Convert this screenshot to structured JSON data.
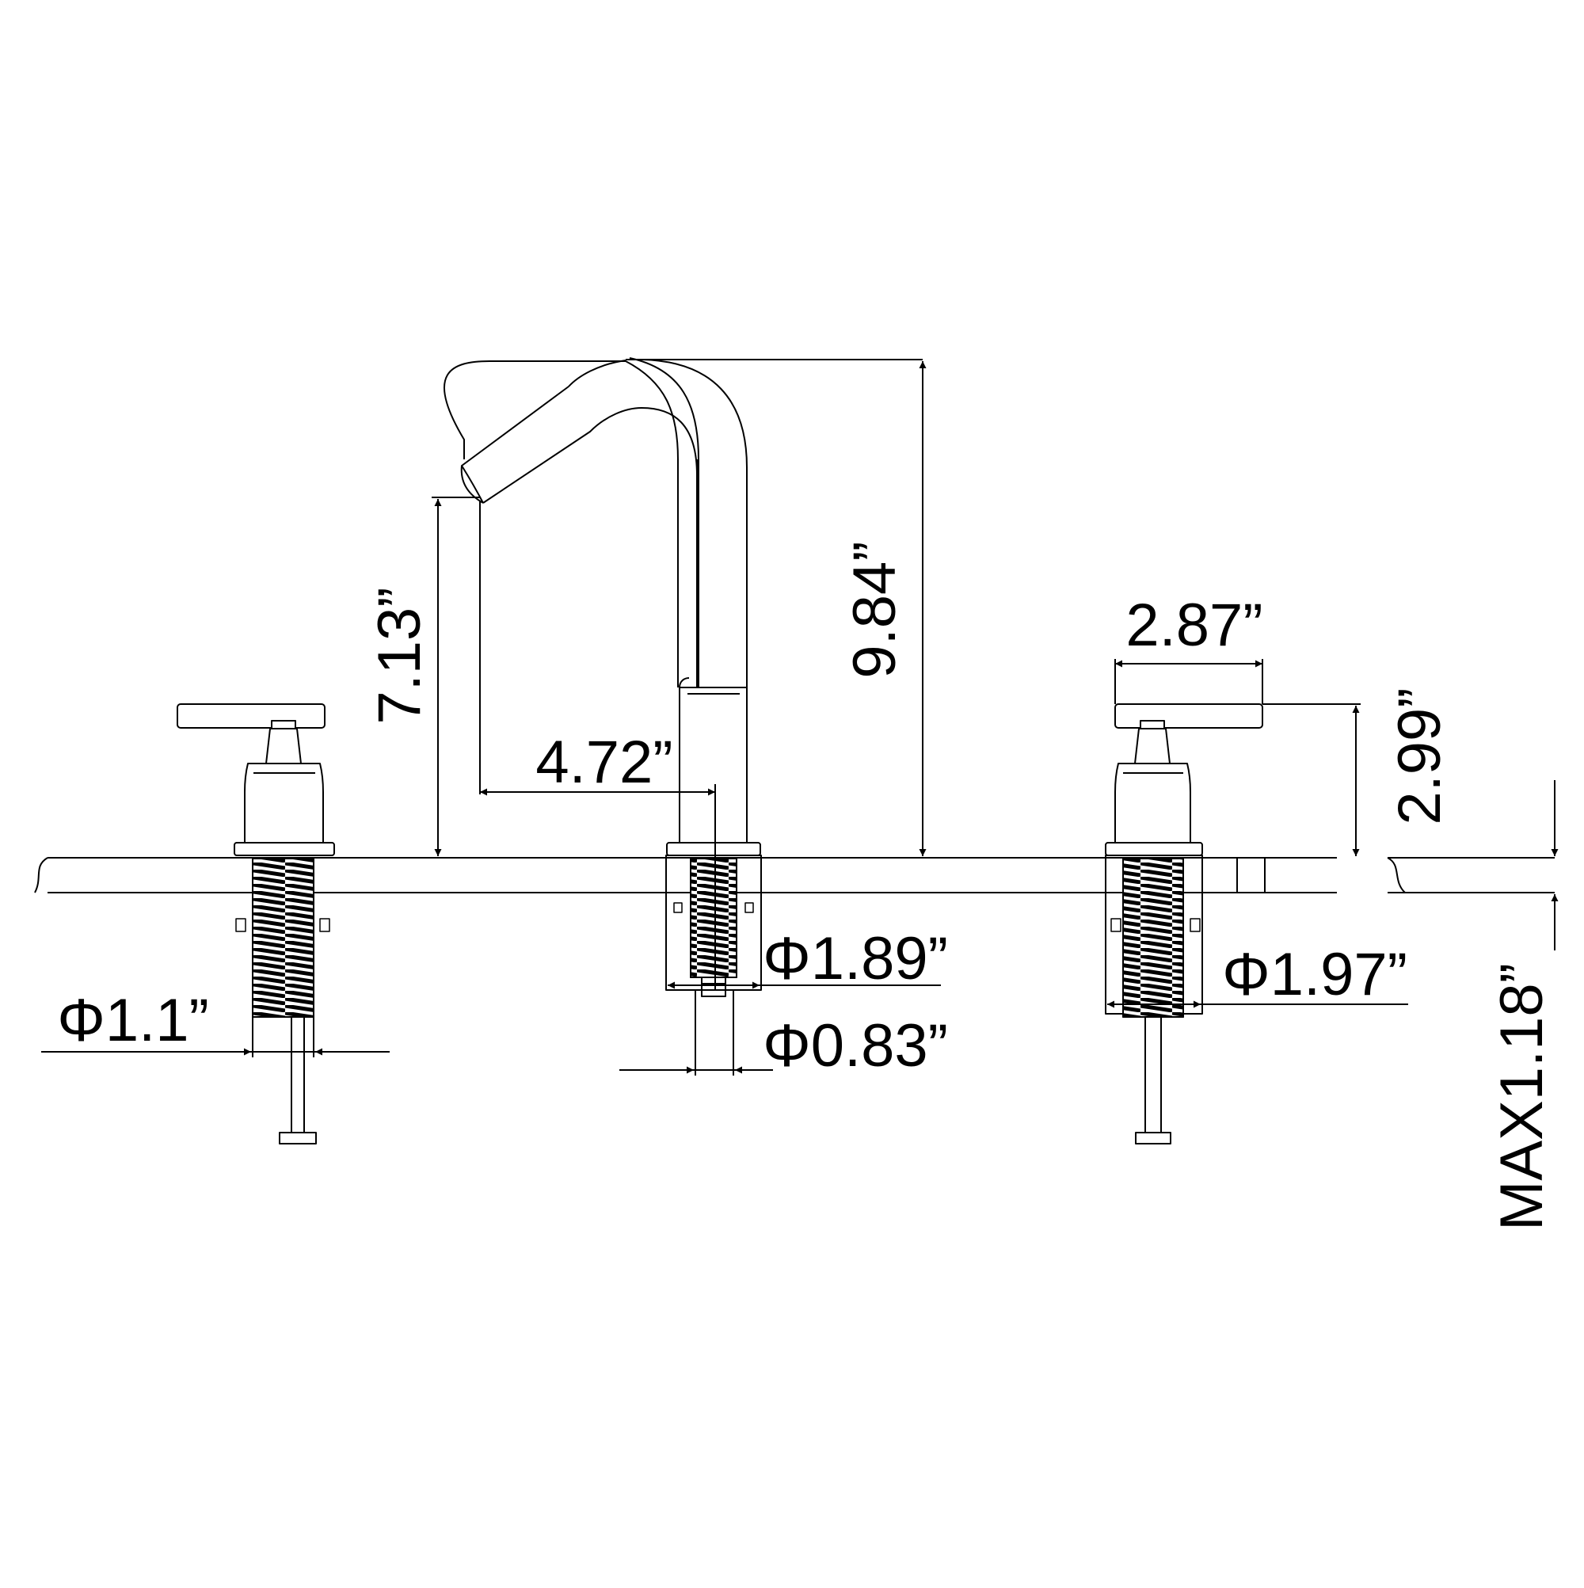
{
  "dimensions": {
    "spout_height": "9.84”",
    "spout_outlet_height": "7.13”",
    "spout_reach": "4.72”",
    "handle_length": "2.87”",
    "handle_height": "2.99”",
    "left_shank_diameter": "Φ1.1”",
    "spout_base_diameter": "Φ1.89”",
    "spout_shank_diameter": "Φ0.83”",
    "right_base_diameter": "Φ1.97”",
    "max_deck_thickness": "MAX1.18”"
  },
  "colors": {
    "line": "#000000",
    "background": "#ffffff"
  }
}
